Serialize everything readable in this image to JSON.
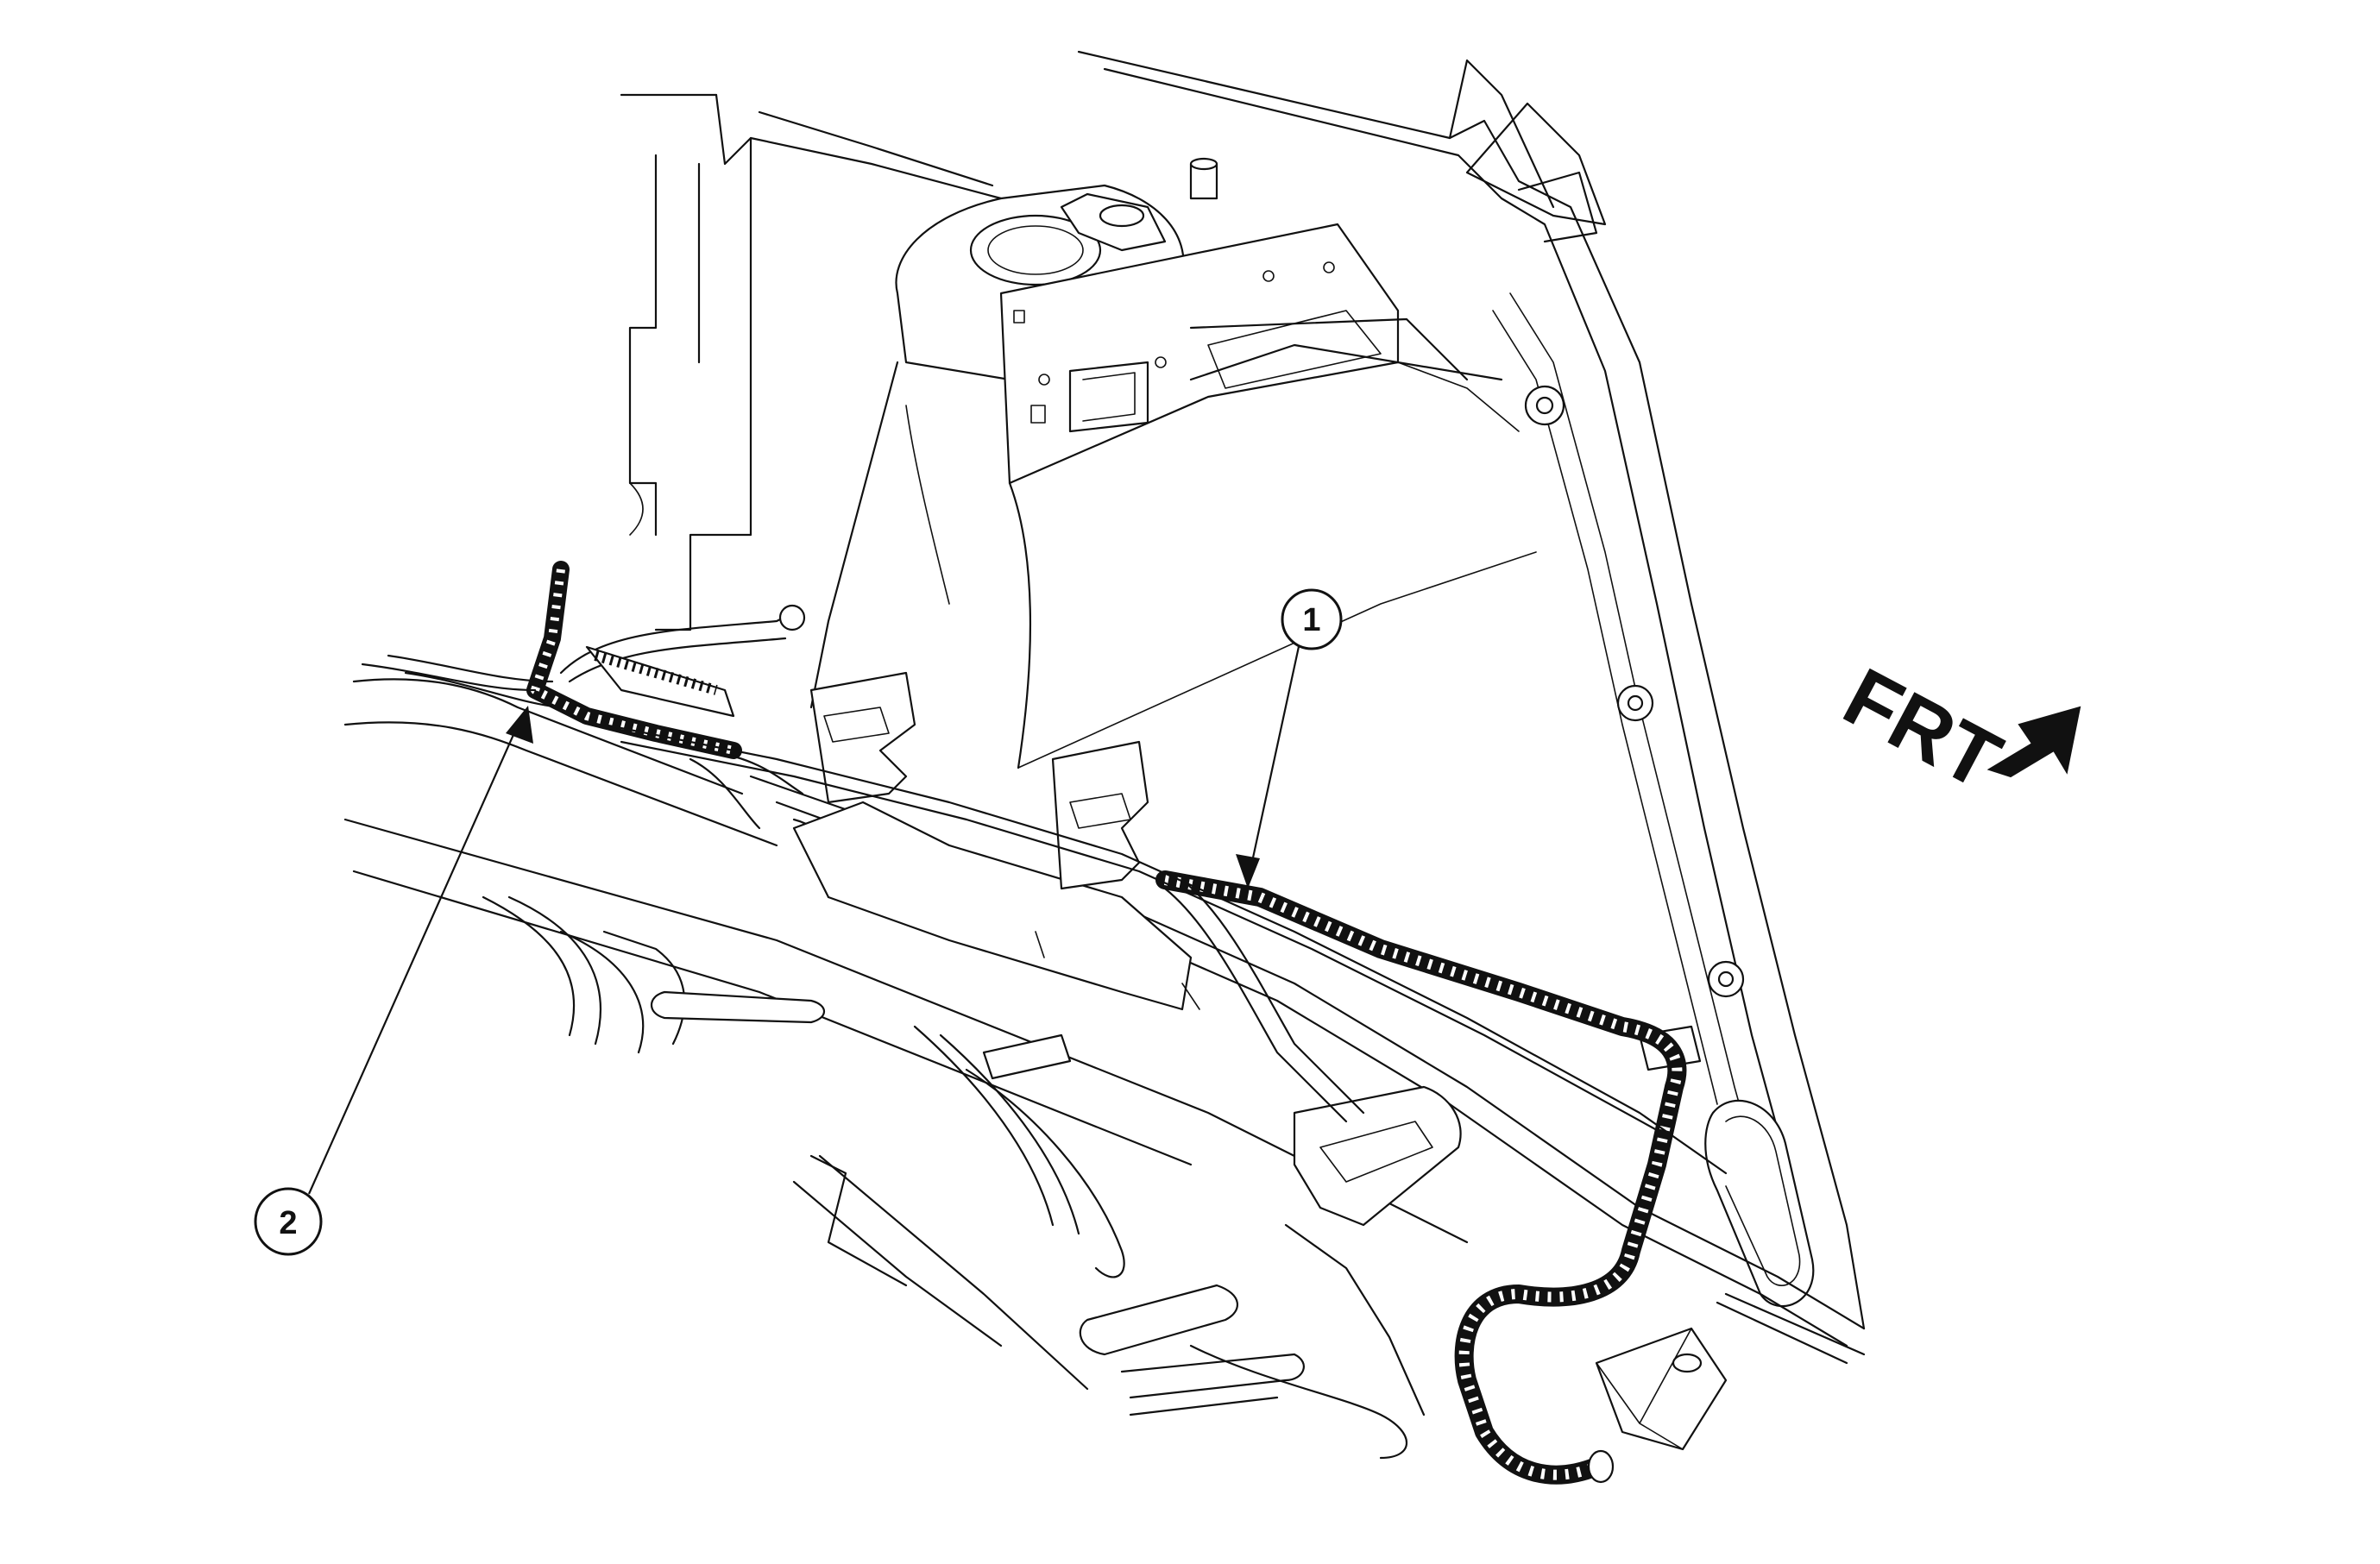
{
  "diagram": {
    "callouts": [
      {
        "label": "1"
      },
      {
        "label": "2"
      }
    ],
    "direction_label": "FRT",
    "direction_icon": "arrow-down-right-icon"
  }
}
